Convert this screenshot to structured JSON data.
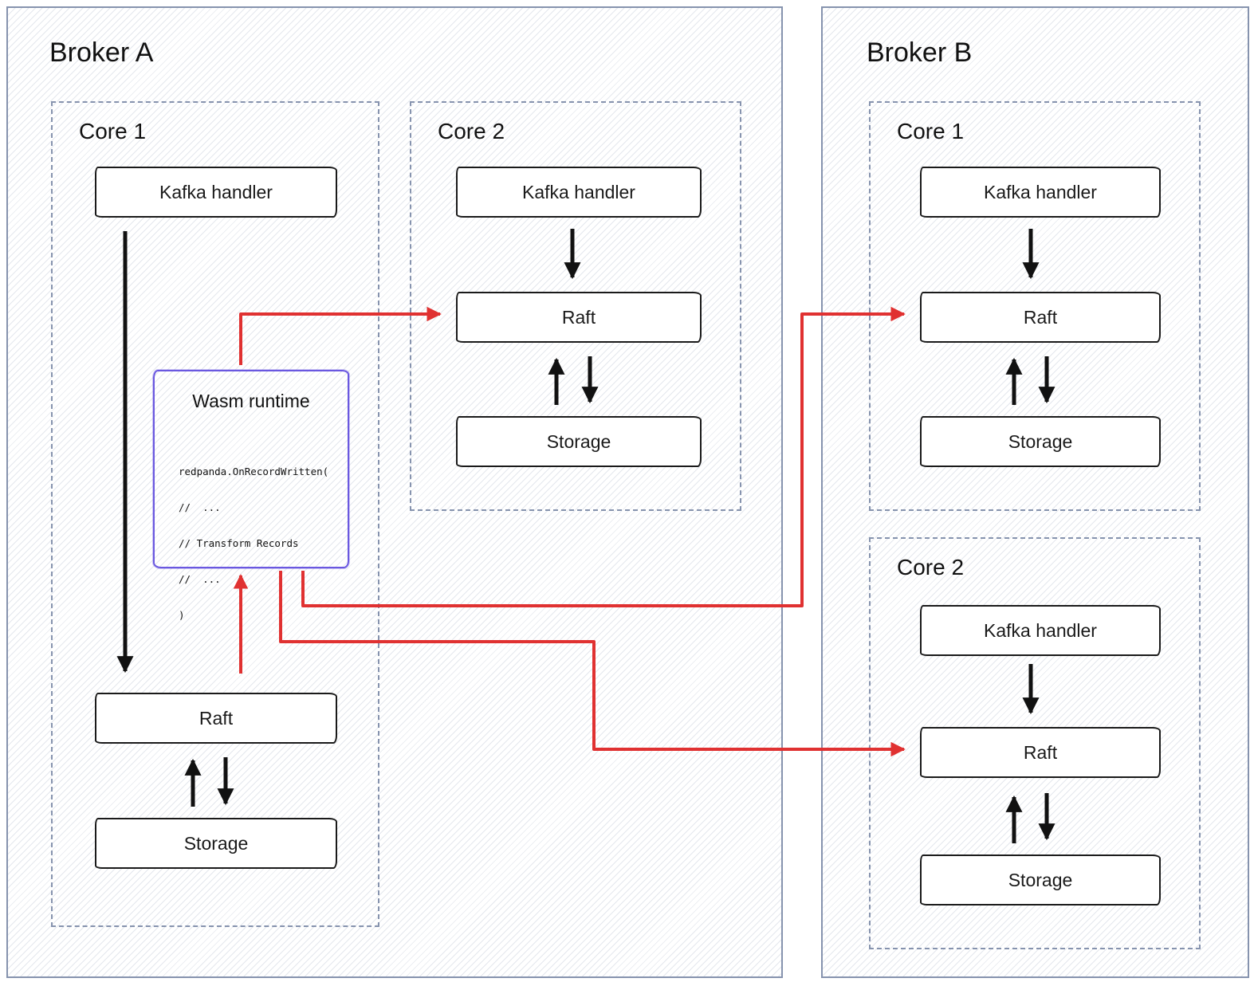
{
  "colors": {
    "frame_border": "#8693ae",
    "box_border": "#1a1a1a",
    "wasm_border": "#6a58e0",
    "arrow_red": "#e03131",
    "arrow_black": "#111111"
  },
  "brokers": [
    {
      "label": "Broker A",
      "cores": [
        {
          "label": "Core 1",
          "components": {
            "kafka": "Kafka handler",
            "raft": "Raft",
            "storage": "Storage"
          },
          "wasm": {
            "title": "Wasm runtime",
            "code": [
              "redpanda.OnRecordWritten(",
              "//  ...",
              "// Transform Records",
              "//  ...",
              ")"
            ]
          }
        },
        {
          "label": "Core 2",
          "components": {
            "kafka": "Kafka handler",
            "raft": "Raft",
            "storage": "Storage"
          }
        }
      ]
    },
    {
      "label": "Broker B",
      "cores": [
        {
          "label": "Core 1",
          "components": {
            "kafka": "Kafka handler",
            "raft": "Raft",
            "storage": "Storage"
          }
        },
        {
          "label": "Core 2",
          "components": {
            "kafka": "Kafka handler",
            "raft": "Raft",
            "storage": "Storage"
          }
        }
      ]
    }
  ]
}
